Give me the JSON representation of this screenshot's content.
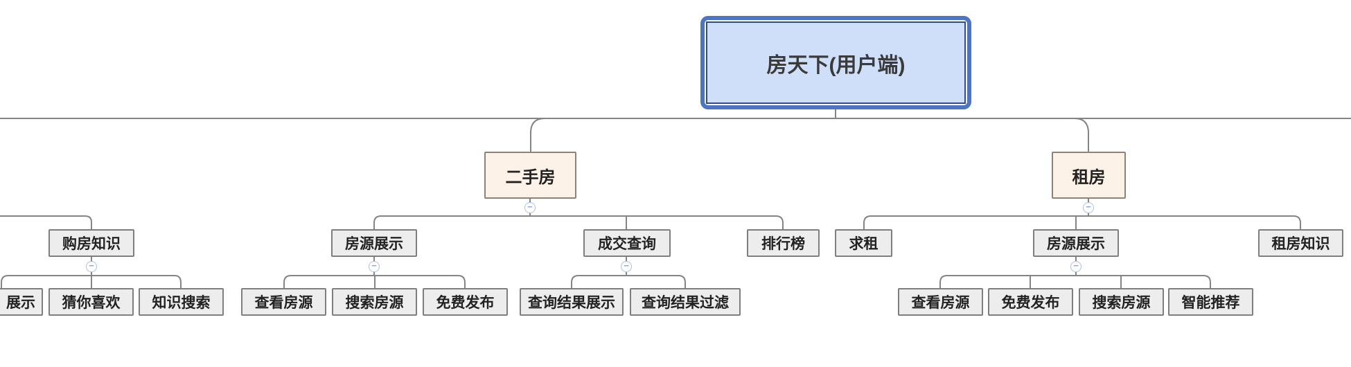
{
  "tree": {
    "root": {
      "label": "房天下(用户端)"
    },
    "children": [
      {
        "label": "二手房",
        "children": [
          {
            "label": "房源展示",
            "children": [
              {
                "label": "查看房源"
              },
              {
                "label": "搜索房源"
              },
              {
                "label": "免费发布"
              }
            ]
          },
          {
            "label": "成交查询",
            "children": [
              {
                "label": "查询结果展示"
              },
              {
                "label": "查询结果过滤"
              }
            ]
          },
          {
            "label": "排行榜",
            "children": []
          }
        ]
      },
      {
        "label": "租房",
        "children": [
          {
            "label": "求租",
            "children": []
          },
          {
            "label": "房源展示",
            "children": [
              {
                "label": "查看房源"
              },
              {
                "label": "免费发布"
              },
              {
                "label": "搜索房源"
              },
              {
                "label": "智能推荐"
              }
            ]
          },
          {
            "label": "租房知识",
            "children": []
          }
        ]
      }
    ],
    "partial_branch_children": [
      {
        "label": "购房知识",
        "children": [
          {
            "label": "展示"
          },
          {
            "label": "猜你喜欢"
          },
          {
            "label": "知识搜索"
          }
        ]
      }
    ]
  },
  "icons": {
    "collapse": "−"
  },
  "colors": {
    "root_fill": "#cfdff9",
    "root_selection_border": "#4e74c4",
    "root_inner_border": "#2e4c86",
    "branch_fill": "#fdf2e7",
    "branch_border": "#8c8278",
    "topic_fill": "#ededee",
    "topic_border": "#7e7e7e",
    "connector_line": "#848484",
    "collapse_ring": "#a9c0e8",
    "collapse_glyph": "#8aa6d8",
    "text": "#222222"
  }
}
